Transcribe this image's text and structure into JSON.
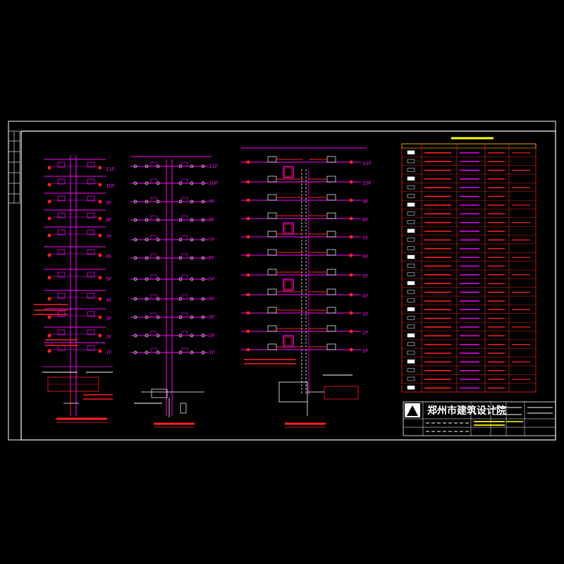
{
  "drawing": {
    "background": "#000000",
    "frame_color": "#ffffff",
    "magenta": "#ff00ff",
    "red": "#ff2020",
    "yellow": "#ffff00",
    "white": "#ffffff"
  },
  "diagram_a": {
    "floor_labels": [
      "11F",
      "10F",
      "9F",
      "8F",
      "7F",
      "6F",
      "5F",
      "4F",
      "3F",
      "2F",
      "1F"
    ]
  },
  "diagram_b": {
    "floor_labels": [
      "11F",
      "10F",
      "9F",
      "8F",
      "7F",
      "6F",
      "5F",
      "4F",
      "3F",
      "2F",
      "1F"
    ]
  },
  "diagram_c": {
    "floor_labels": [
      "11F",
      "10F",
      "9F",
      "8F",
      "7F",
      "6F",
      "5F",
      "4F",
      "3F",
      "2F",
      "1F"
    ]
  },
  "legend_table": {
    "row_count": 28
  },
  "title_block": {
    "company": "郑州市建筑设计院"
  }
}
